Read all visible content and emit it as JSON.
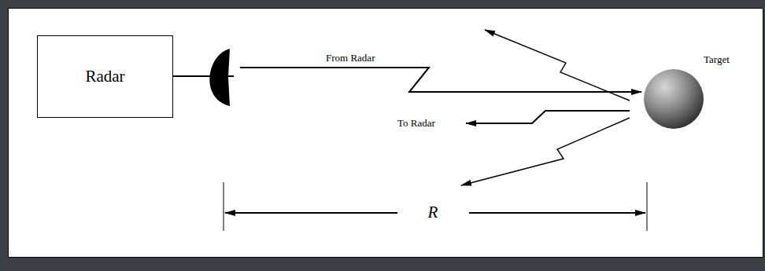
{
  "diagram": {
    "nodes": [
      {
        "text": [
          "Radar"
        ]
      },
      {
        "text": [
          "Target"
        ]
      }
    ],
    "edges": [
      {
        "from": 0,
        "to": 1,
        "arrow": "to",
        "label": "From Radar"
      }
    ],
    "labels": [
      "To Radar",
      "R"
    ]
  }
}
